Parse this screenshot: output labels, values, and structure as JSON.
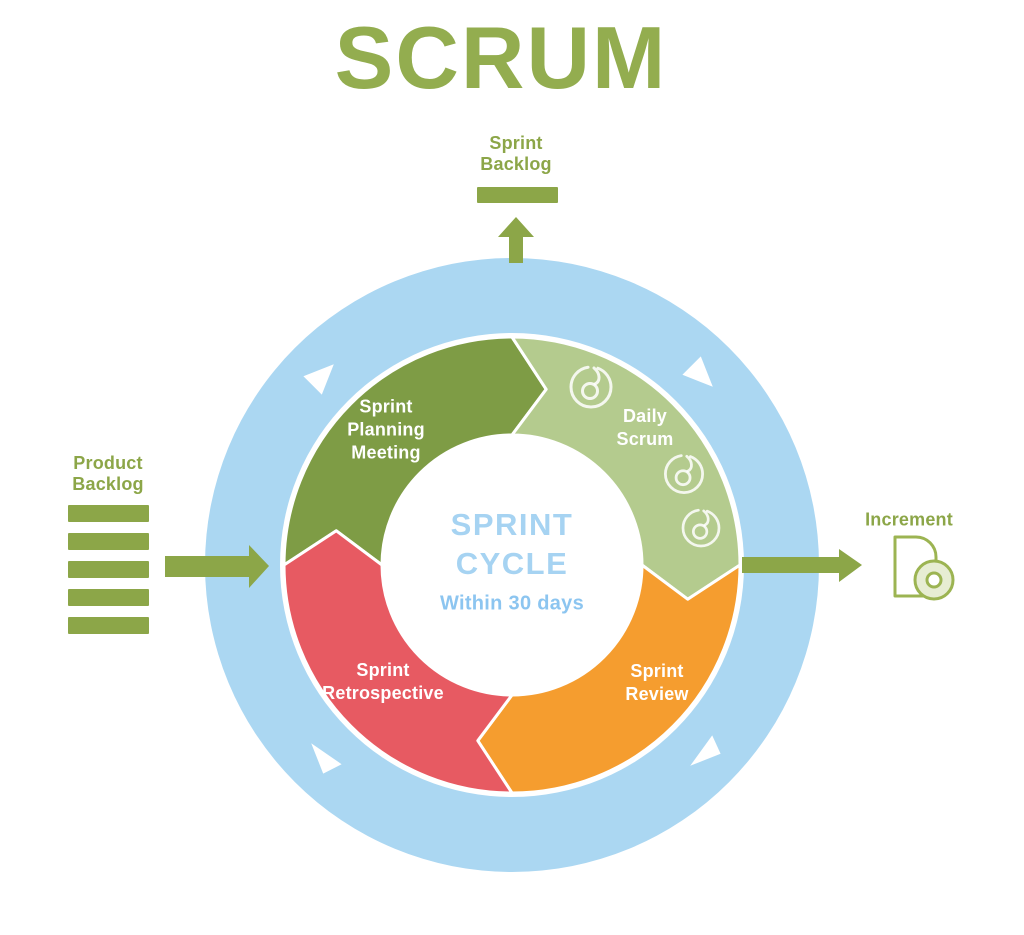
{
  "page": {
    "title": "SCRUM"
  },
  "colors": {
    "title_green": "#93AD4F",
    "flow_green": "#8CA648",
    "ring_blue": "#ABD7F2",
    "quadrant_dark_green": "#7E9C45",
    "quadrant_light_green": "#B4CB8E",
    "quadrant_orange": "#F59D2F",
    "quadrant_red": "#E75A62",
    "center_title_blue": "#A6D3F2",
    "center_subtitle_blue": "#8CC5F0",
    "increment_icon_green": "#9CB452",
    "increment_disc_fill": "#E7EDD3",
    "direction_arrow_white": "#FFFFFF"
  },
  "inputs": {
    "product_backlog": {
      "label": "Product\nBacklog",
      "bar_count": 5
    },
    "sprint_backlog": {
      "label": "Sprint\nBacklog"
    },
    "increment": {
      "label": "Increment"
    }
  },
  "cycle": {
    "center_title": "SPRINT\nCYCLE",
    "center_subtitle": "Within 30 days",
    "quadrants": [
      {
        "label": "Sprint\nPlanning\nMeeting"
      },
      {
        "label": "Daily\nScrum"
      },
      {
        "label": "Sprint\nReview"
      },
      {
        "label": "Sprint\nRetrospective"
      }
    ]
  }
}
